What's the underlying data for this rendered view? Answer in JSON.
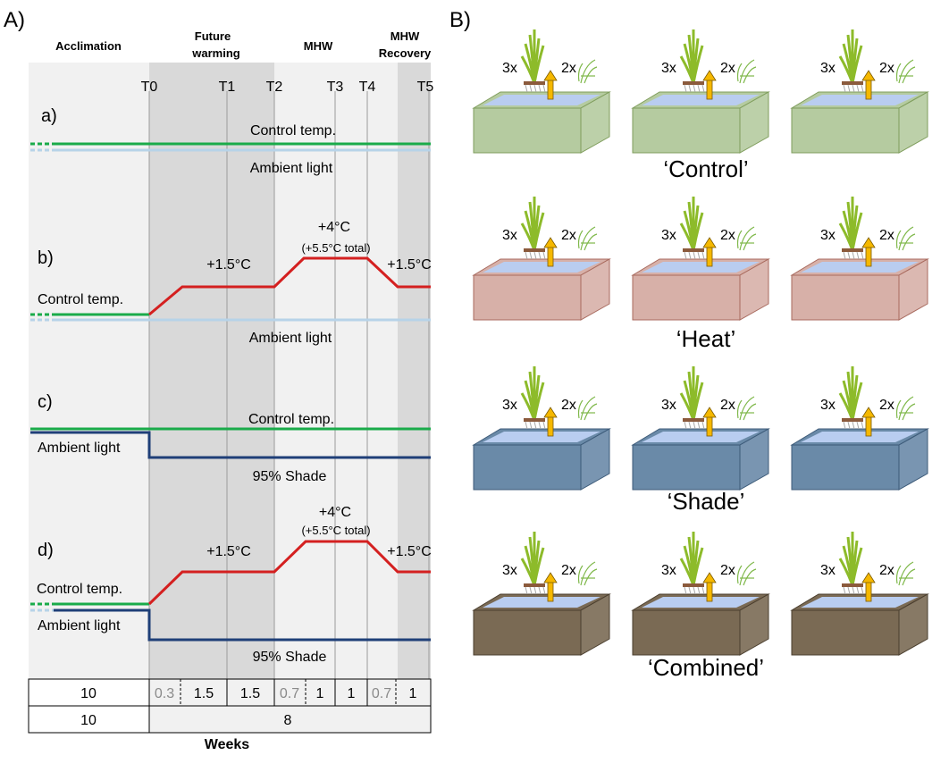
{
  "panel_a": {
    "label": "A)",
    "phases": [
      "Acclimation",
      "Future warming",
      "MHW",
      "MHW Recovery"
    ],
    "phase_lines": [
      [
        "Acclimation"
      ],
      [
        "Future",
        "warming"
      ],
      [
        "MHW"
      ],
      [
        "MHW",
        "Recovery"
      ]
    ],
    "timepoints": [
      "T0",
      "T1",
      "T2",
      "T3",
      "T4",
      "T5"
    ],
    "rows": [
      {
        "label": "a)",
        "texts": [
          "Control temp.",
          "Ambient light"
        ]
      },
      {
        "label": "b)",
        "texts": [
          "+4°C",
          "(+5.5°C total)",
          "+1.5°C",
          "+1.5°C",
          "Control temp.",
          "Ambient light"
        ]
      },
      {
        "label": "c)",
        "texts": [
          "Control temp.",
          "Ambient light",
          "95% Shade"
        ]
      },
      {
        "label": "d)",
        "texts": [
          "+4°C",
          "(+5.5°C total)",
          "+1.5°C",
          "+1.5°C",
          "Control temp.",
          "Ambient light",
          "95% Shade"
        ]
      }
    ],
    "durations": [
      "10",
      "0.3",
      "1.5",
      "1.5",
      "0.7",
      "1",
      "1",
      "0.7",
      "1"
    ],
    "totals": [
      "10",
      "8"
    ],
    "xlabel": "Weeks"
  },
  "panel_b": {
    "label": "B)",
    "treatments": [
      "‘Control’",
      "‘Heat’",
      "‘Shade’",
      "‘Combined’"
    ],
    "left_count": "3x",
    "right_count": "2x",
    "colors": {
      "control": "#b5cba0",
      "control_edge": "#7f9d5c",
      "heat": "#d7b0a8",
      "heat_edge": "#a86a5e",
      "shade": "#6a8aa8",
      "shade_edge": "#3c5a78",
      "combined": "#7a6a54",
      "combined_edge": "#4a3e2e",
      "water": "#b9cdf0",
      "arrow": "#f5b800"
    }
  },
  "colors": {
    "temp_line": "#1aab4a",
    "heat_line": "#d42020",
    "light_line": "#b7d3e8",
    "shade_line": "#1f3f78",
    "bg_light": "#f1f1f1",
    "bg_dark": "#d9d9d9"
  }
}
